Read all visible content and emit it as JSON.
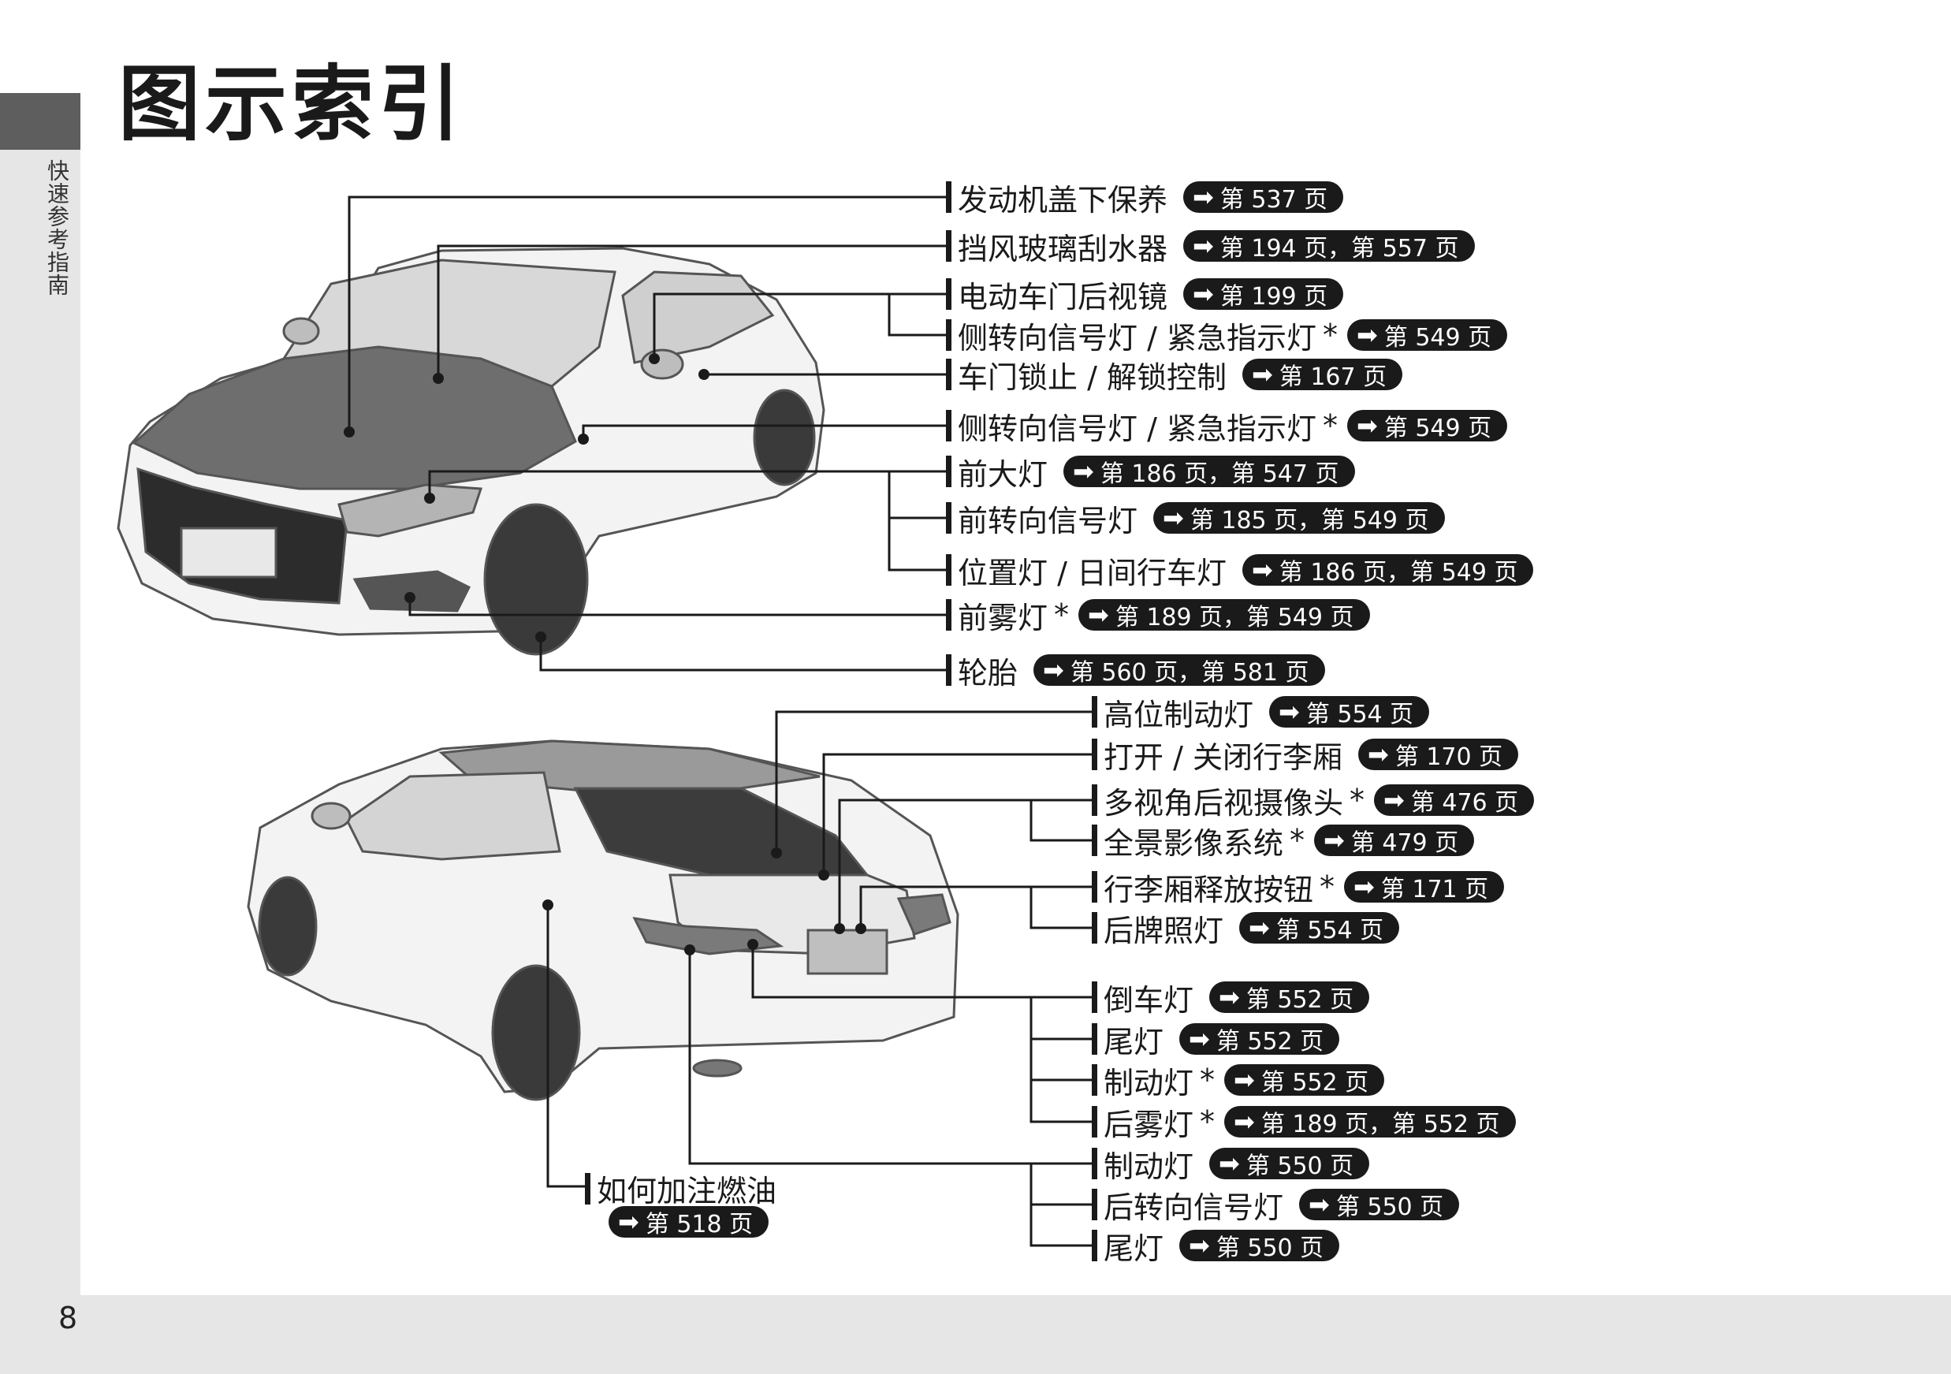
{
  "page": {
    "title": "图示索引",
    "side_label": "快速参考指南",
    "page_number": "8"
  },
  "front_callouts": [
    {
      "label": "发动机盖下保养",
      "star": "",
      "ref": "第 537 页"
    },
    {
      "label": "挡风玻璃刮水器",
      "star": "",
      "ref": "第 194 页，第 557 页"
    },
    {
      "label": "电动车门后视镜",
      "star": "",
      "ref": "第 199 页"
    },
    {
      "label": "侧转向信号灯 / 紧急指示灯",
      "star": "*",
      "ref": "第 549 页"
    },
    {
      "label": "车门锁止 / 解锁控制",
      "star": "",
      "ref": "第 167 页"
    },
    {
      "label": "侧转向信号灯 / 紧急指示灯",
      "star": "*",
      "ref": "第 549 页"
    },
    {
      "label": "前大灯",
      "star": "",
      "ref": "第 186 页，第 547 页"
    },
    {
      "label": "前转向信号灯",
      "star": "",
      "ref": "第 185 页，第 549 页"
    },
    {
      "label": "位置灯 / 日间行车灯",
      "star": "",
      "ref": "第 186 页，第 549 页"
    },
    {
      "label": "前雾灯",
      "star": "*",
      "ref": "第 189 页，第 549 页"
    },
    {
      "label": "轮胎",
      "star": "",
      "ref": "第 560 页，第 581 页"
    }
  ],
  "rear_callouts": [
    {
      "label": "高位制动灯",
      "star": "",
      "ref": "第 554 页"
    },
    {
      "label": "打开 / 关闭行李厢",
      "star": "",
      "ref": "第 170 页"
    },
    {
      "label": "多视角后视摄像头",
      "star": "*",
      "ref": "第 476 页"
    },
    {
      "label": "全景影像系统",
      "star": "*",
      "ref": "第 479 页"
    },
    {
      "label": "行李厢释放按钮",
      "star": "*",
      "ref": "第 171 页"
    },
    {
      "label": "后牌照灯",
      "star": "",
      "ref": "第 554 页"
    },
    {
      "label": "倒车灯",
      "star": "",
      "ref": "第 552 页"
    },
    {
      "label": "尾灯",
      "star": "",
      "ref": "第 552 页"
    },
    {
      "label": "制动灯",
      "star": "*",
      "ref": "第 552 页"
    },
    {
      "label": "后雾灯",
      "star": "*",
      "ref": "第 189 页，第 552 页"
    },
    {
      "label": "制动灯",
      "star": "",
      "ref": "第 550 页"
    },
    {
      "label": "后转向信号灯",
      "star": "",
      "ref": "第 550 页"
    },
    {
      "label": "尾灯",
      "star": "",
      "ref": "第 550 页"
    }
  ],
  "fuel_callout": {
    "label": "如何加注燃油",
    "ref": "第 518 页"
  },
  "ref_arrow": "➡"
}
